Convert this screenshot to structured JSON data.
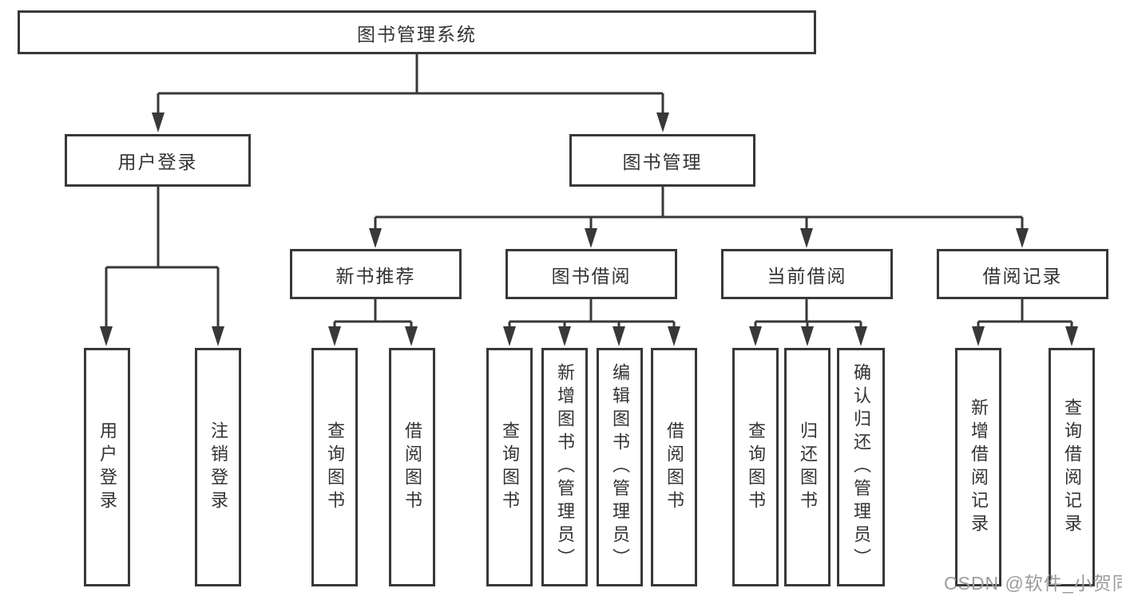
{
  "diagram": {
    "root": {
      "label": "图书管理系统"
    },
    "level2": [
      {
        "label": "用户登录"
      },
      {
        "label": "图书管理"
      }
    ],
    "level3": [
      {
        "label": "新书推荐"
      },
      {
        "label": "图书借阅"
      },
      {
        "label": "当前借阅"
      },
      {
        "label": "借阅记录"
      }
    ],
    "leaves": {
      "user_login": [
        "用户登录",
        "注销登录"
      ],
      "new_books": [
        "查询图书",
        "借阅图书"
      ],
      "book_borrow": [
        "查询图书",
        "新增图书（管理员）",
        "编辑图书（管理员）",
        "借阅图书"
      ],
      "current_borrow": [
        "查询图书",
        "归还图书",
        "确认归还（管理员）"
      ],
      "borrow_records": [
        "新增借阅记录",
        "查询借阅记录"
      ]
    }
  },
  "watermark": "CSDN @软件_小贺同学",
  "colors": {
    "line": "#383838",
    "text": "#333333",
    "background": "#ffffff",
    "watermark": "#9c9c9c"
  }
}
